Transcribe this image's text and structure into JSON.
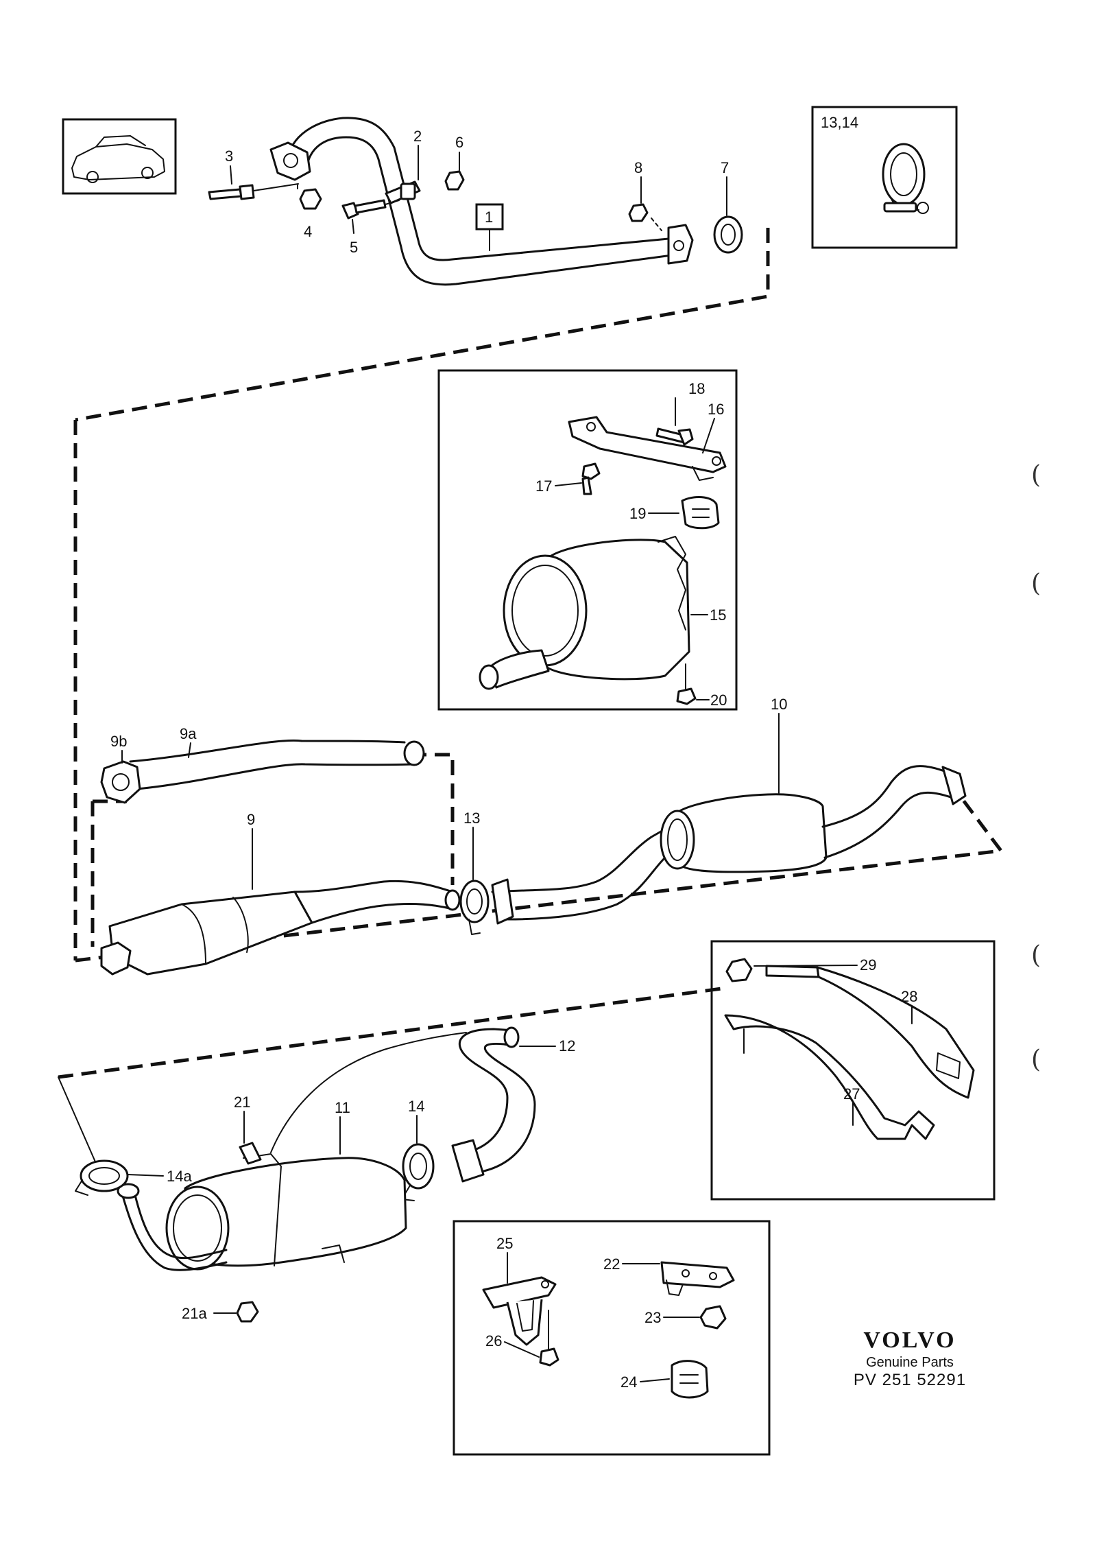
{
  "labels": {
    "p1": "1",
    "p2": "2",
    "p3": "3",
    "p4": "4",
    "p5": "5",
    "p6": "6",
    "p7": "7",
    "p8": "8",
    "p9": "9",
    "p9a": "9a",
    "p9b": "9b",
    "p10": "10",
    "p11": "11",
    "p12": "12",
    "p13": "13",
    "p13_14": "13,14",
    "p14": "14",
    "p14a": "14a",
    "p15": "15",
    "p16": "16",
    "p17": "17",
    "p18": "18",
    "p19": "19",
    "p20": "20",
    "p21": "21",
    "p21a": "21a",
    "p22": "22",
    "p23": "23",
    "p24": "24",
    "p25": "25",
    "p26": "26",
    "p27": "27",
    "p28": "28",
    "p29": "29"
  },
  "brand": {
    "logo": "VOLVO",
    "subtitle": "Genuine Parts",
    "part_number": "PV 251 52291"
  },
  "scan_marks": [
    "(",
    "(",
    "(",
    "("
  ]
}
